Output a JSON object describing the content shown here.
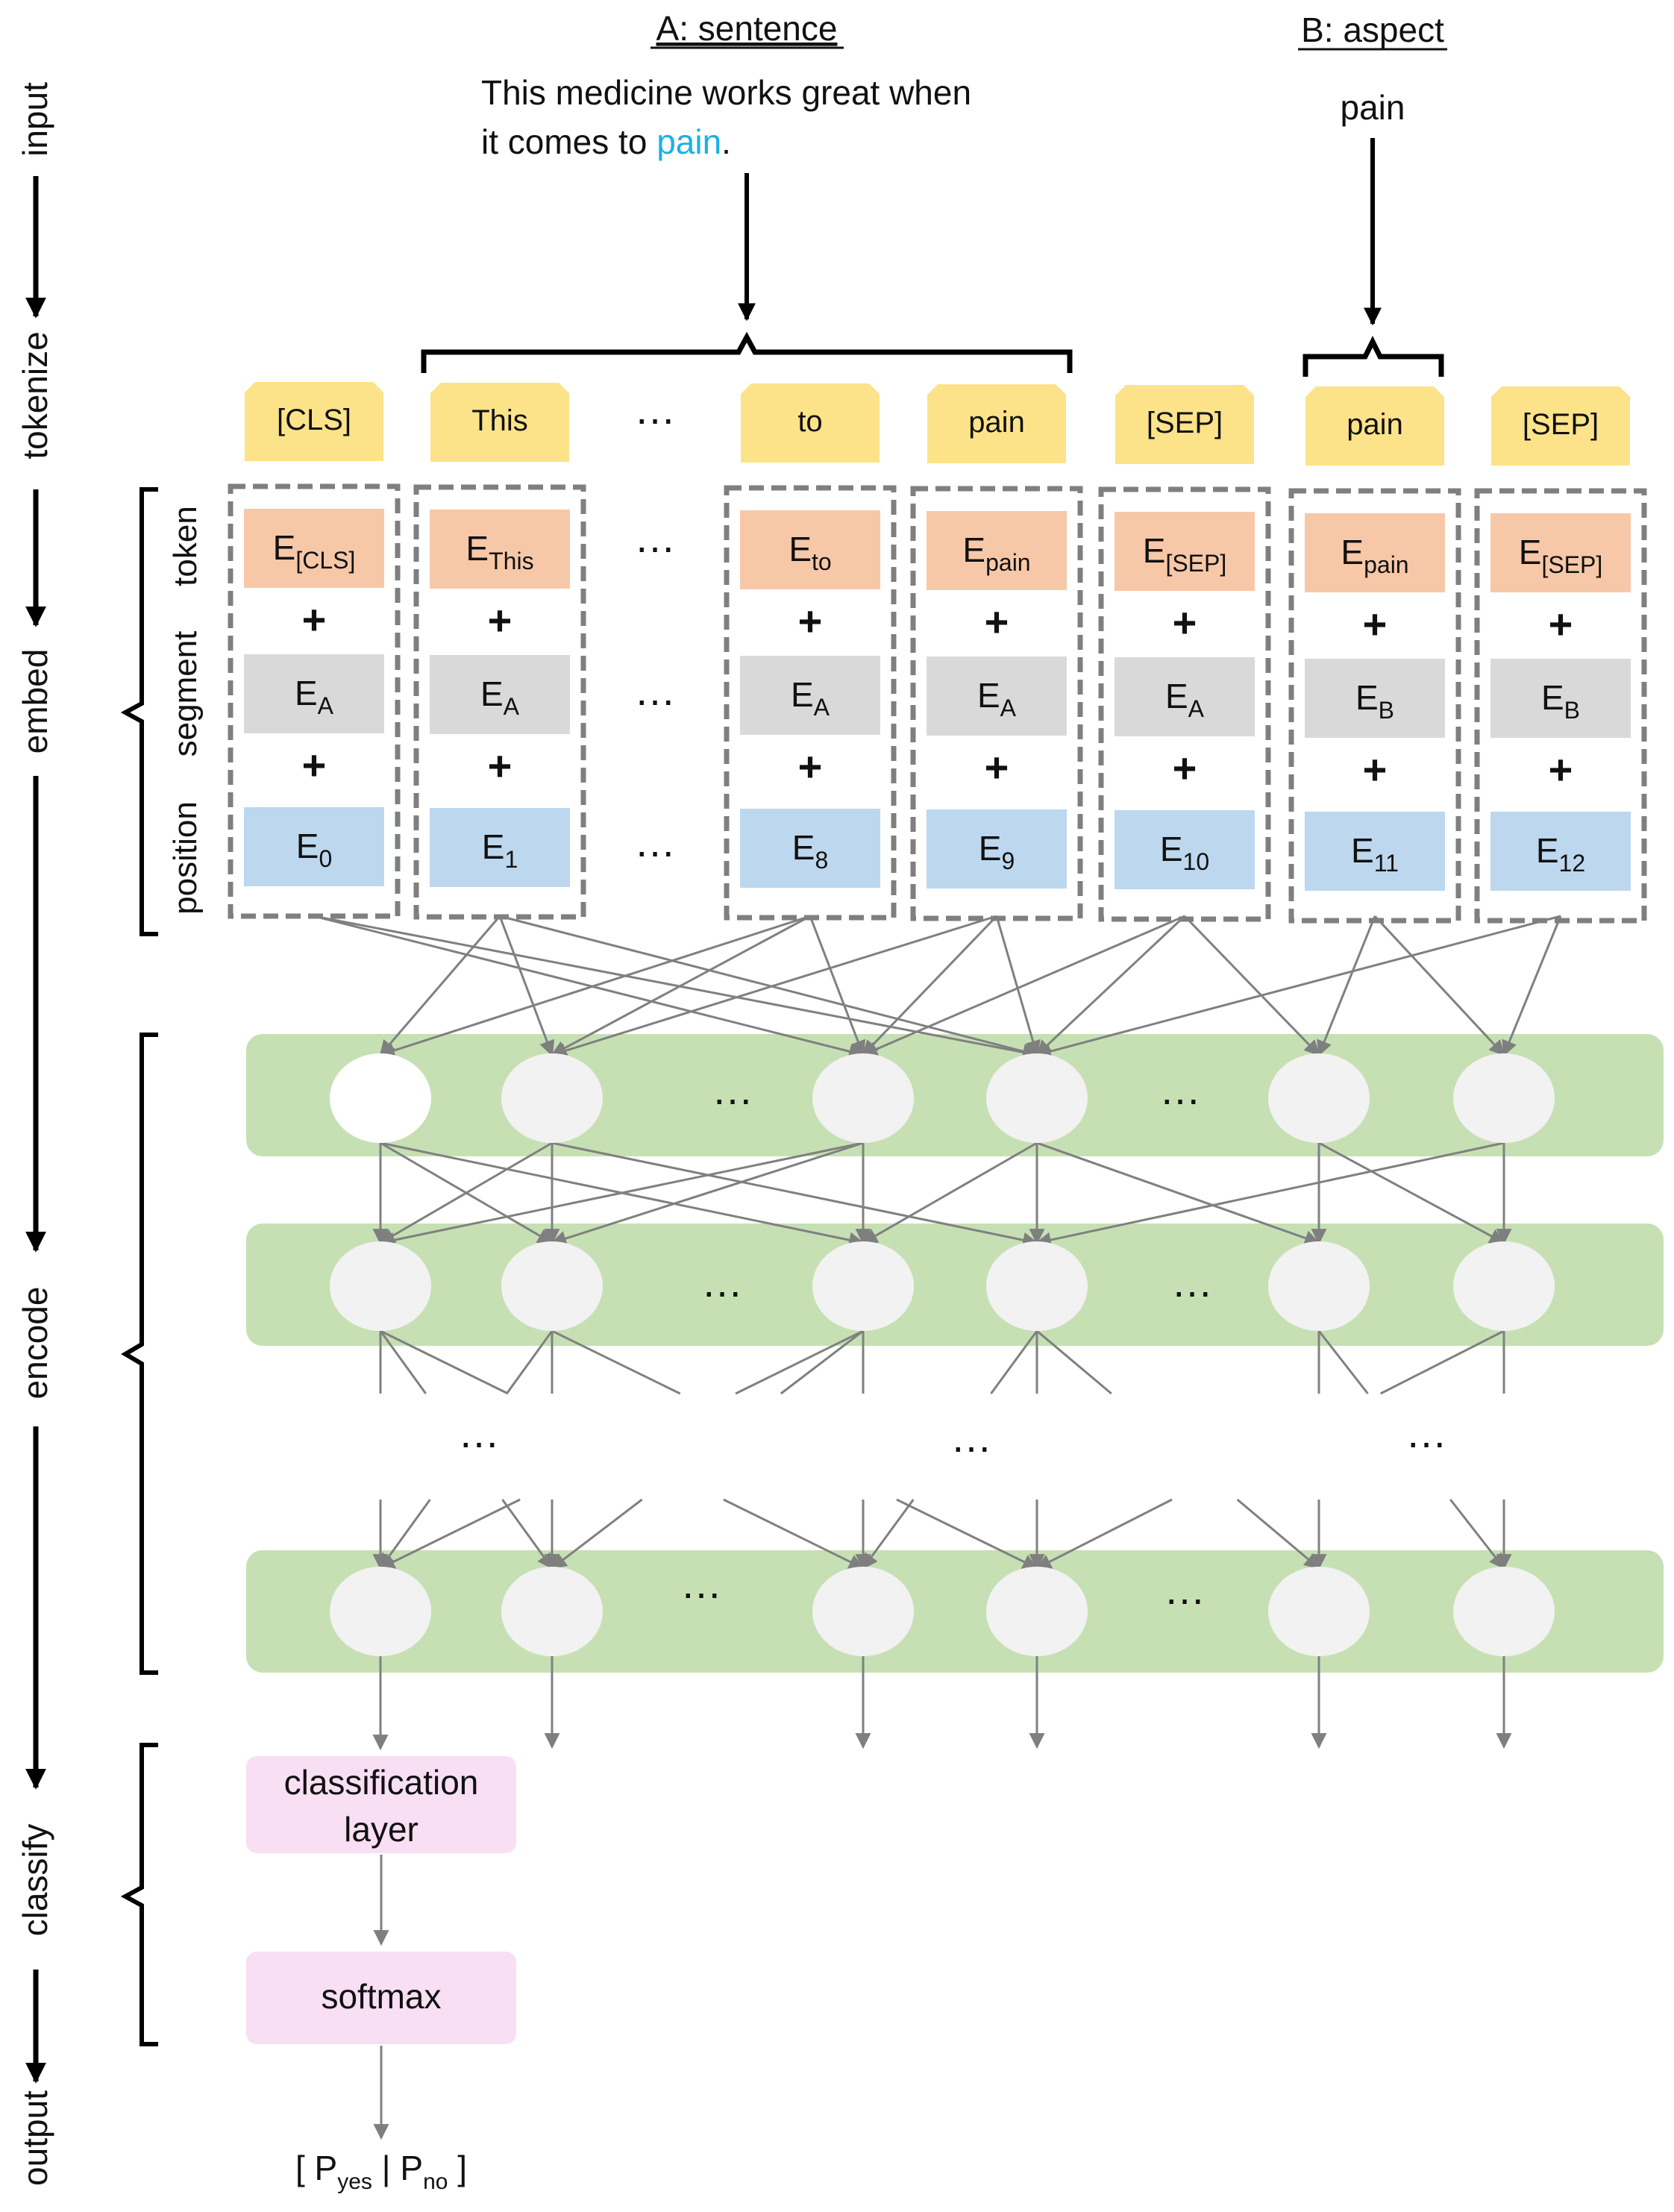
{
  "headers": {
    "sentence": "A: sentence",
    "aspect": "B: aspect"
  },
  "input": {
    "sentence_line1": "This medicine works great when",
    "sentence_line2_prefix": "it comes to ",
    "sentence_highlight": "pain",
    "sentence_suffix": ".",
    "aspect_word": "pain",
    "highlight_color": "#1ab0e8"
  },
  "stages": [
    "input",
    "tokenize",
    "embed",
    "encode",
    "classify",
    "output"
  ],
  "embed_rows": [
    "token",
    "segment",
    "position"
  ],
  "tokens": [
    {
      "word": "[CLS]",
      "tok_base": "E",
      "tok_sub": "[CLS]",
      "seg_sub": "A",
      "pos_sub": "0"
    },
    {
      "word": "This",
      "tok_base": "E",
      "tok_sub": "This",
      "seg_sub": "A",
      "pos_sub": "1"
    },
    {
      "word": "to",
      "tok_base": "E",
      "tok_sub": "to",
      "seg_sub": "A",
      "pos_sub": "8"
    },
    {
      "word": "pain",
      "tok_base": "E",
      "tok_sub": "pain",
      "seg_sub": "A",
      "pos_sub": "9"
    },
    {
      "word": "[SEP]",
      "tok_base": "E",
      "tok_sub": "[SEP]",
      "seg_sub": "A",
      "pos_sub": "10"
    },
    {
      "word": "pain",
      "tok_base": "E",
      "tok_sub": "pain",
      "seg_sub": "B",
      "pos_sub": "11"
    },
    {
      "word": "[SEP]",
      "tok_base": "E",
      "tok_sub": "[SEP]",
      "seg_sub": "B",
      "pos_sub": "12"
    }
  ],
  "plus": "+",
  "ellipsis": "…",
  "classification": {
    "line1": "classification",
    "line2": "layer"
  },
  "softmax": "softmax",
  "output": {
    "open": "[ P",
    "yes": "yes",
    "mid": " | P",
    "no": "no",
    "close": " ]"
  },
  "colors": {
    "token_box": "#fce38a",
    "token_emb": "#f7c8a8",
    "segment_emb": "#d9d9d9",
    "position_emb": "#bdd7ee",
    "encoder_layer": "#c6e0b4",
    "node": "#f2f2f2",
    "classifier_box": "#f8dff4",
    "arrow": "#808080"
  }
}
